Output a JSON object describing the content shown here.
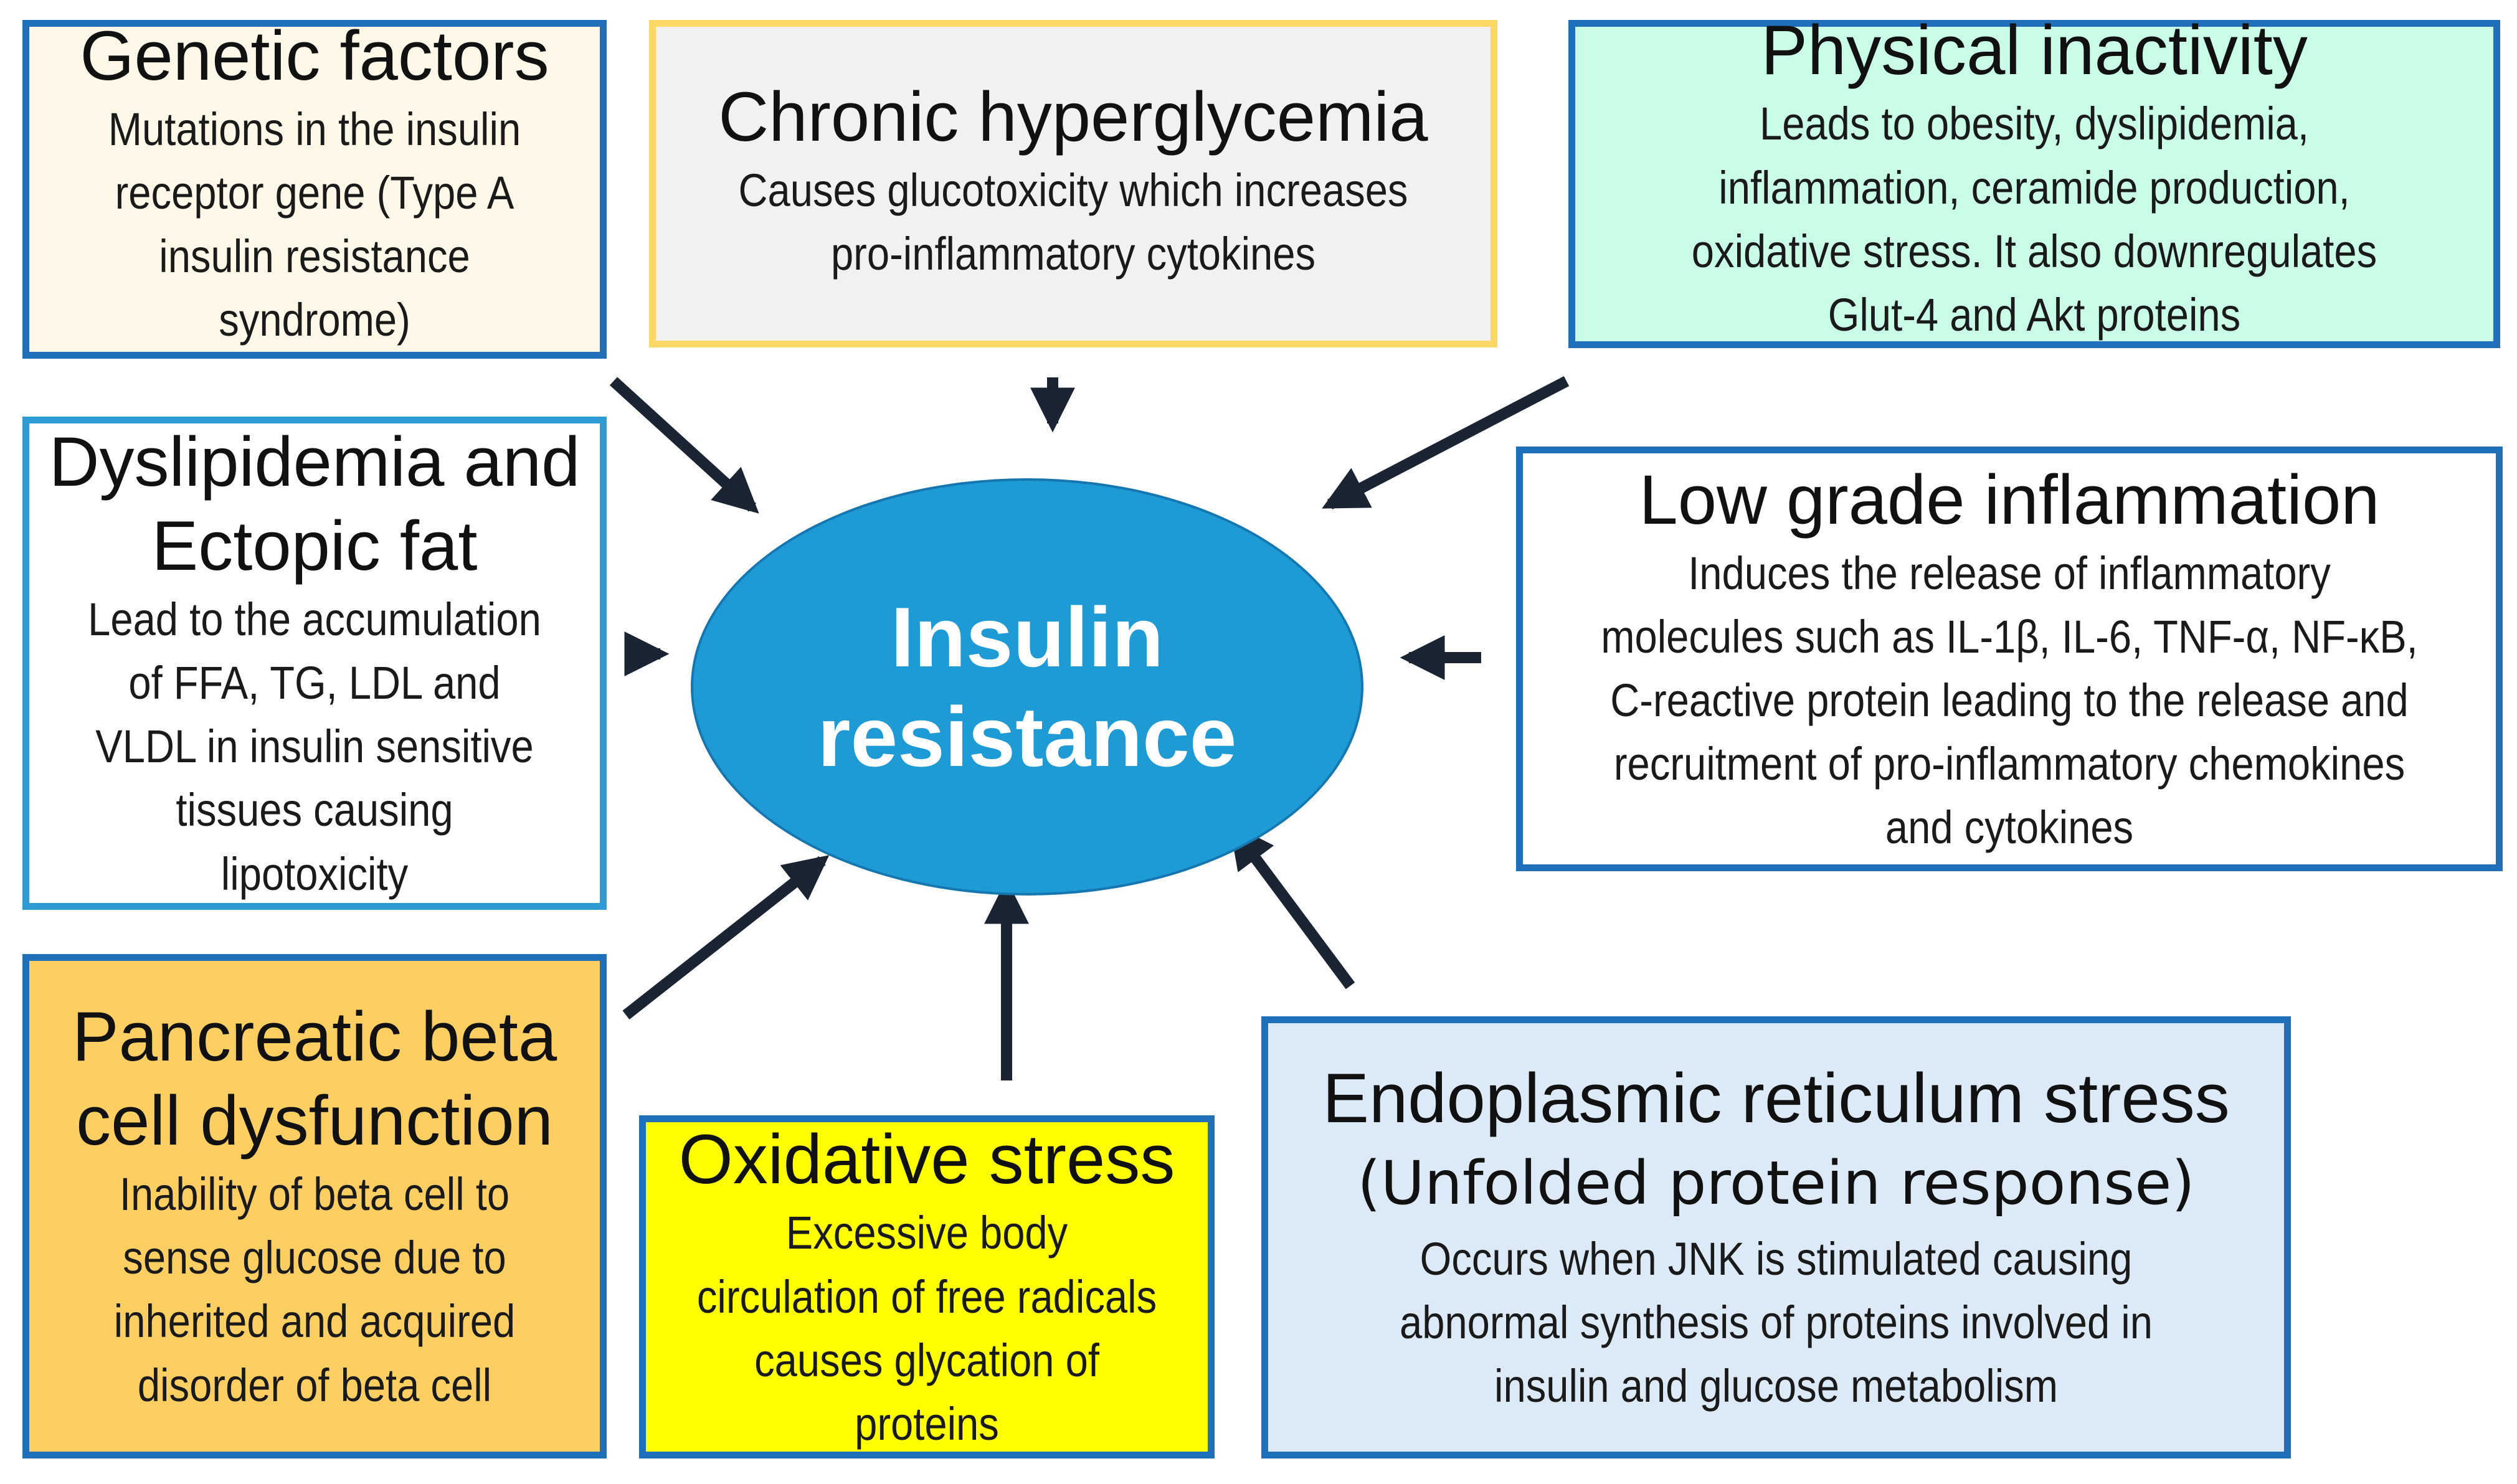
{
  "center": {
    "label": "Insulin\nresistance",
    "color": "#1e9ad5"
  },
  "factors": {
    "genetic": {
      "title": "Genetic factors",
      "description": "Mutations in the insulin receptor gene (Type A insulin resistance syndrome)"
    },
    "hyperglycemia": {
      "title": "Chronic hyperglycemia",
      "description": "Causes glucotoxicity which increases pro-inflammatory cytokines"
    },
    "inactivity": {
      "title": "Physical inactivity",
      "description": "Leads to  obesity, dyslipidemia, inflammation, ceramide production, oxidative stress. It also downregulates Glut-4 and Akt proteins"
    },
    "dyslipidemia": {
      "title": "Dyslipidemia and Ectopic fat",
      "description": "Lead to the accumulation of FFA, TG, LDL and VLDL in insulin sensitive tissues causing lipotoxicity"
    },
    "inflammation": {
      "title": "Low grade inflammation",
      "description": "Induces the release of inflammatory molecules such as IL-1β, IL-6, TNF-α, NF-κB, C-reactive protein leading to the release and recruitment of pro-inflammatory chemokines and cytokines"
    },
    "pancreatic": {
      "title": "Pancreatic beta cell dysfunction",
      "description": "Inability of beta cell to sense glucose due to inherited and acquired disorder of beta cell"
    },
    "oxidative": {
      "title": "Oxidative stress",
      "description": "Excessive body circulation of free radicals causes glycation of proteins"
    },
    "er_stress": {
      "title": "Endoplasmic reticulum stress",
      "subtitle": "(Unfolded protein response)",
      "description": "Occurs when JNK is stimulated causing abnormal synthesis of proteins involved in insulin and glucose metabolism"
    }
  },
  "colors": {
    "arrow": "#1b2433",
    "box_border": "#1f6fba",
    "dyslipidemia_border": "#2f9bd5",
    "hyperglycemia_border": "#fdd867",
    "genetic_fill": "#fff8e8",
    "hyperglycemia_fill": "#f1f1f1",
    "inactivity_fill": "#c9fde7",
    "pancreatic_fill": "#fdcf63",
    "oxidative_fill": "#ffff00",
    "er_fill": "#dbeaf6"
  }
}
